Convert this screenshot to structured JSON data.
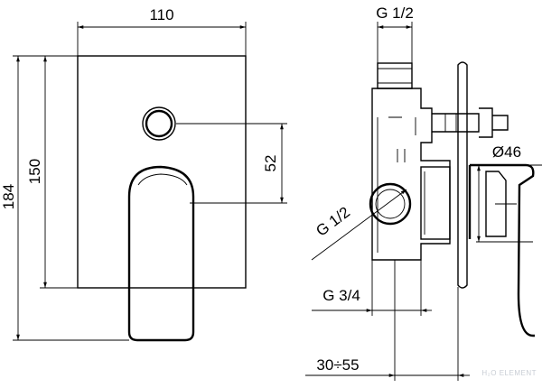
{
  "front_view": {
    "width_label": "110",
    "height_outer_label": "184",
    "height_inner_label": "150",
    "offset_label": "52"
  },
  "side_view": {
    "top_thread_label": "G 1/2",
    "side_thread_label": "G 1/2",
    "diameter_label": "Ø46",
    "thread_bottom_label": "G 3/4",
    "depth_range_label": "30÷55"
  },
  "watermark": "H₂O ELEMENT"
}
